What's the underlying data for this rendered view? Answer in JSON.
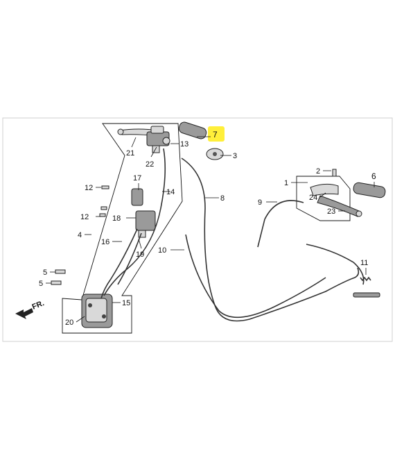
{
  "diagram": {
    "highlight_color": "#ffef3a",
    "forward_label": "FR.",
    "callouts": [
      {
        "id": "c1",
        "text": "1"
      },
      {
        "id": "c2",
        "text": "2"
      },
      {
        "id": "c3",
        "text": "3"
      },
      {
        "id": "c4",
        "text": "4"
      },
      {
        "id": "c5a",
        "text": "5"
      },
      {
        "id": "c5b",
        "text": "5"
      },
      {
        "id": "c6",
        "text": "6"
      },
      {
        "id": "c7",
        "text": "7"
      },
      {
        "id": "c8",
        "text": "8"
      },
      {
        "id": "c9",
        "text": "9"
      },
      {
        "id": "c10",
        "text": "10"
      },
      {
        "id": "c11",
        "text": "11"
      },
      {
        "id": "c12a",
        "text": "12"
      },
      {
        "id": "c12b",
        "text": "12"
      },
      {
        "id": "c13",
        "text": "13"
      },
      {
        "id": "c14",
        "text": "14"
      },
      {
        "id": "c15",
        "text": "15"
      },
      {
        "id": "c16",
        "text": "16"
      },
      {
        "id": "c17",
        "text": "17"
      },
      {
        "id": "c18",
        "text": "18"
      },
      {
        "id": "c19",
        "text": "19"
      },
      {
        "id": "c20",
        "text": "20"
      },
      {
        "id": "c21",
        "text": "21"
      },
      {
        "id": "c22",
        "text": "22"
      },
      {
        "id": "c23",
        "text": "23"
      },
      {
        "id": "c24",
        "text": "24"
      }
    ]
  }
}
